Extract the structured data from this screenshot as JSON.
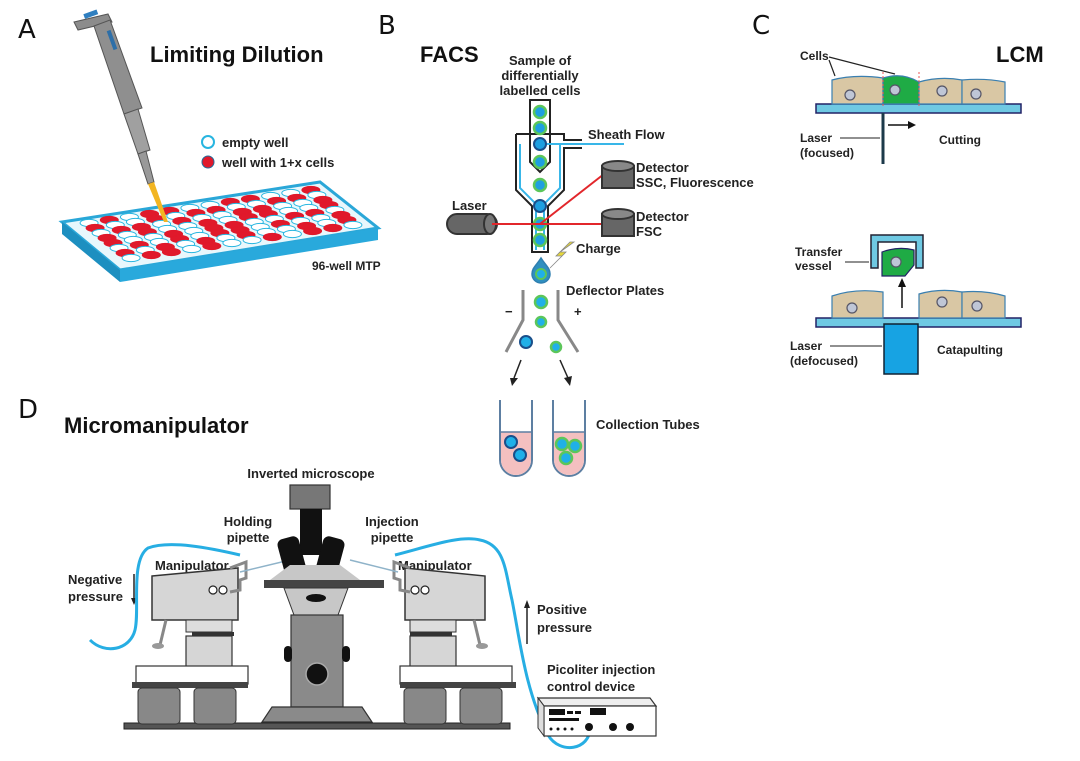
{
  "panels": {
    "a": {
      "letter": "A",
      "title": "Limiting Dilution",
      "legend": {
        "empty_well": "empty well",
        "filled_well": "well with 1+x cells"
      },
      "plate_label": "96-well MTP",
      "plate_rows": 8,
      "plate_cols": 12,
      "colors": {
        "plate": "#29a9dc",
        "filled_well": "#e0192b",
        "empty_well_stroke": "#29b6e0"
      }
    },
    "b": {
      "letter": "B",
      "title": "FACS",
      "sample_label": [
        "Sample of",
        "differentially",
        "labelled cells"
      ],
      "sheath_flow": "Sheath Flow",
      "detector1": [
        "Detector",
        "SSC, Fluorescence"
      ],
      "detector2": [
        "Detector",
        "FSC"
      ],
      "laser": "Laser",
      "charge": "Charge",
      "deflector": "Deflector Plates",
      "minus": "−",
      "plus": "+",
      "collection": "Collection Tubes",
      "colors": {
        "laser_beam": "#e2262b",
        "cell_blue": "#1e9fe0",
        "cell_green": "#5cc65a",
        "sheath": "#38b6e8",
        "tube_fill": "#f4c0c0"
      }
    },
    "c": {
      "letter": "C",
      "title": "LCM",
      "cells": "Cells",
      "laser_focused": [
        "Laser",
        "(focused)"
      ],
      "cutting": "Cutting",
      "transfer_vessel": [
        "Transfer",
        "vessel"
      ],
      "laser_defocused": [
        "Laser",
        "(defocused)"
      ],
      "catapulting": "Catapulting",
      "colors": {
        "cell": "#d9c7a4",
        "selected_cell": "#1fab45",
        "slide": "#6fc9e3",
        "laser_block": "#17a3e3"
      }
    },
    "d": {
      "letter": "D",
      "title": "Micromanipulator",
      "microscope": "Inverted microscope",
      "holding_pipette": [
        "Holding",
        "pipette"
      ],
      "injection_pipette": [
        "Injection",
        "pipette"
      ],
      "manipulator_left": "Manipulator",
      "manipulator_right": "Manipulator",
      "negative_pressure": [
        "Negative",
        "pressure"
      ],
      "positive_pressure": [
        "Positive",
        "pressure"
      ],
      "device": [
        "Picoliter injection",
        "control device"
      ],
      "colors": {
        "tubing": "#27aee3"
      }
    }
  }
}
